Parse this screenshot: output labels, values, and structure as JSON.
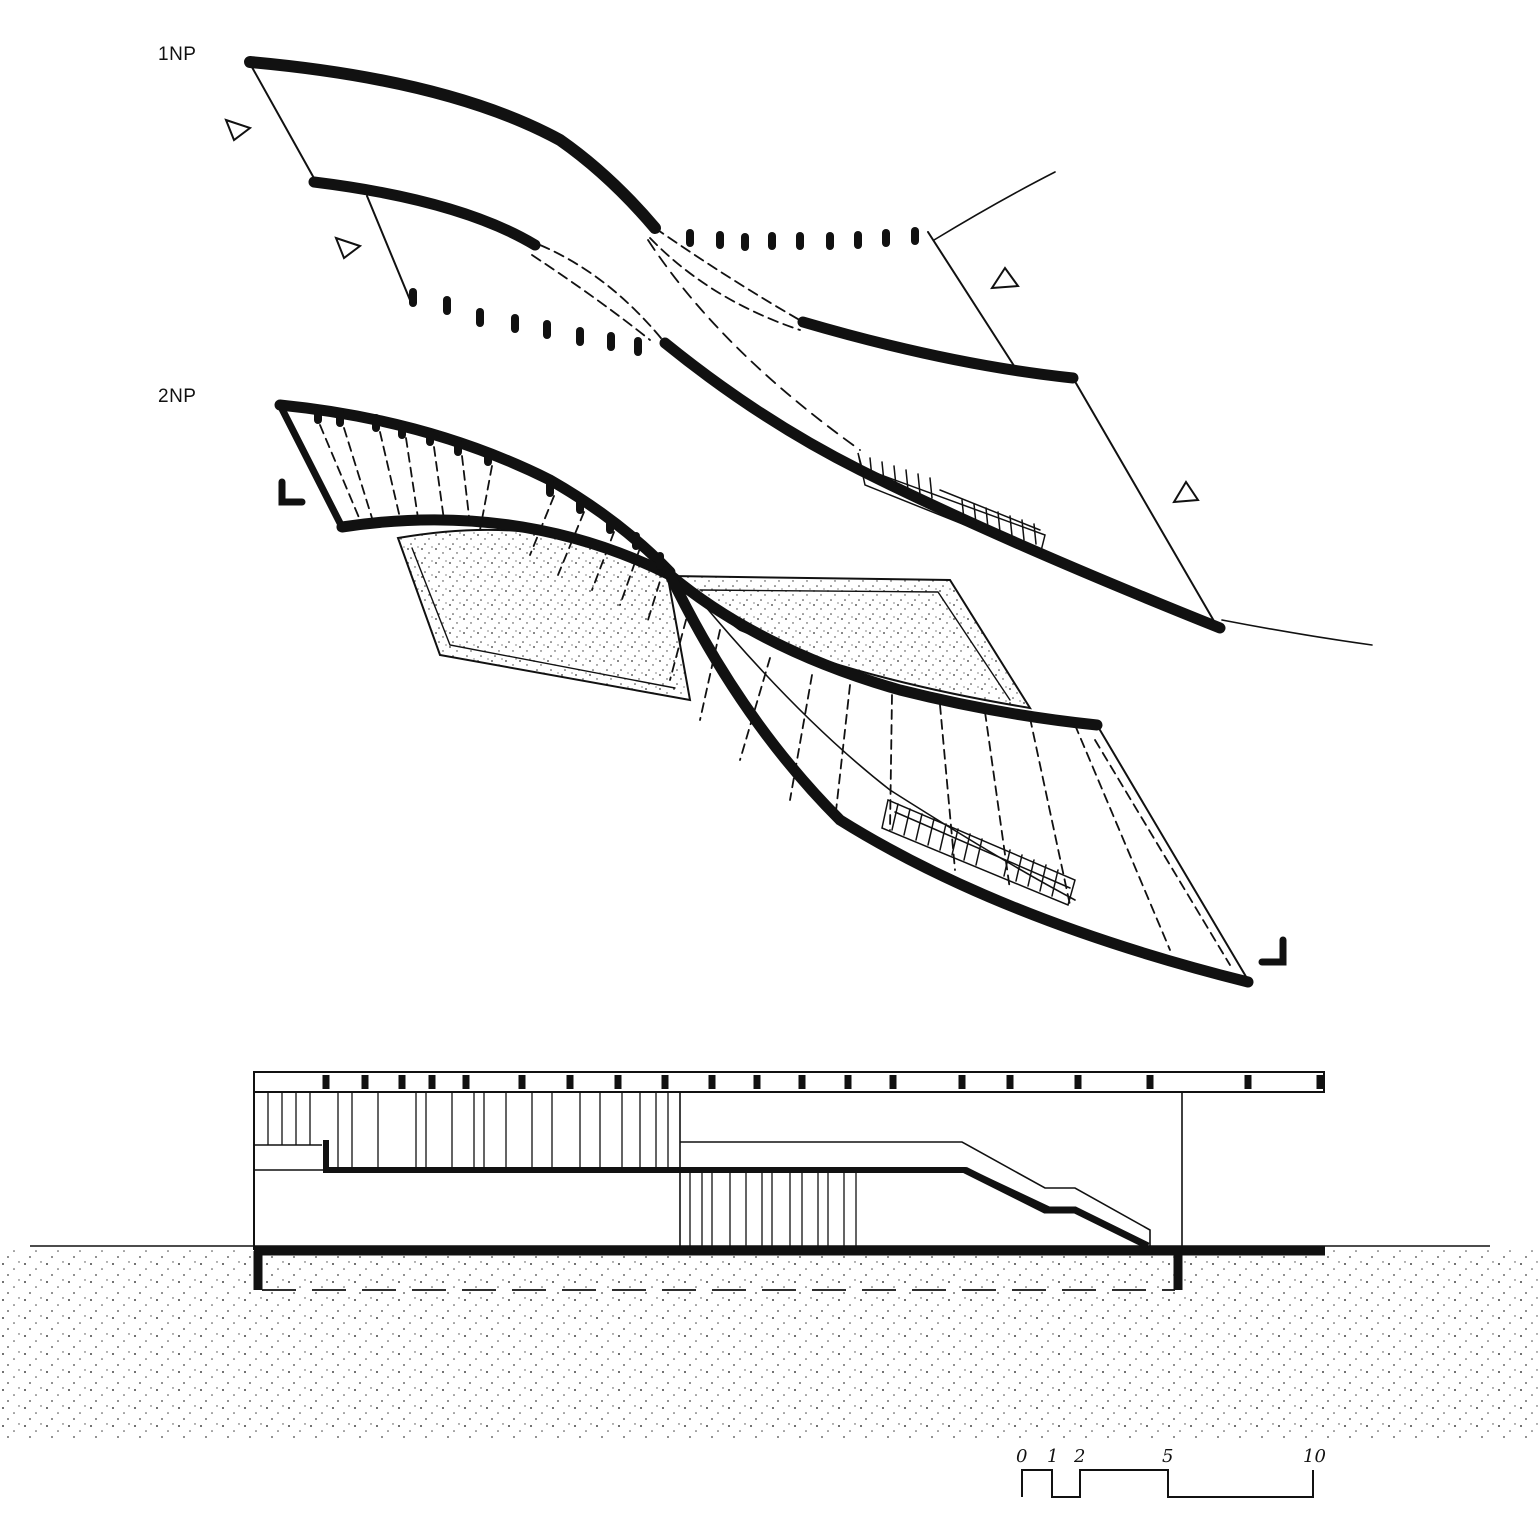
{
  "floor_plans": {
    "ground_floor_label": "1NP",
    "upper_floor_label": "2NP"
  },
  "scale_bar": {
    "ticks": [
      "0",
      "1",
      "2",
      "5",
      "10"
    ]
  },
  "colors": {
    "ink": "#111111",
    "paper": "#ffffff"
  }
}
